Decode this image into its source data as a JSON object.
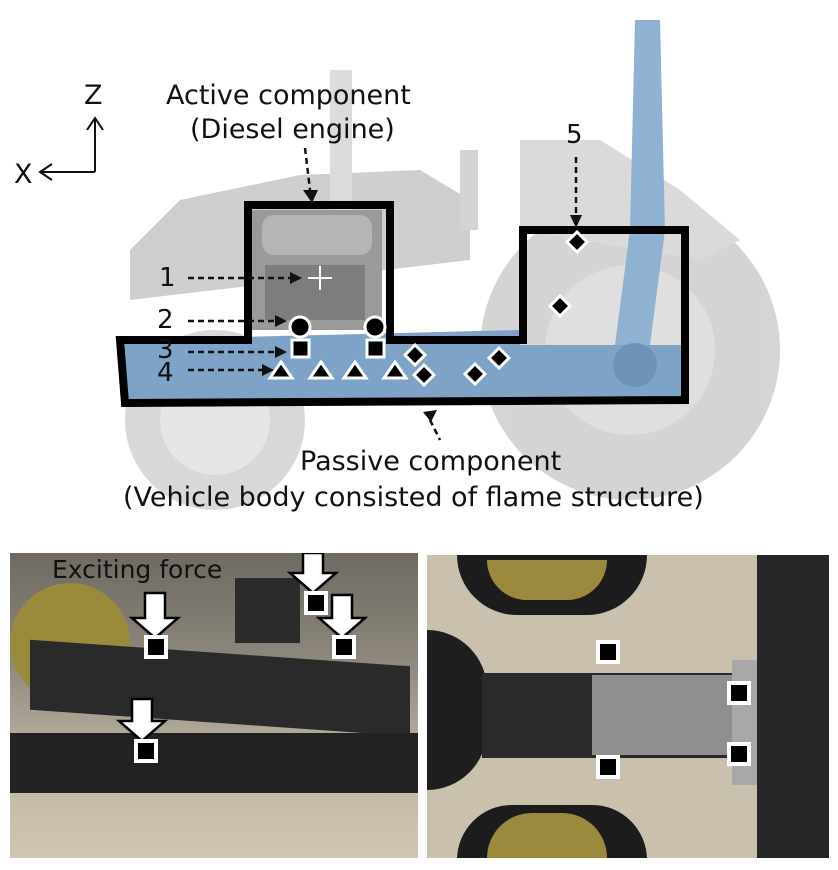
{
  "axes": {
    "z_label": "Z",
    "x_label": "X"
  },
  "active_component": {
    "title": "Active component",
    "subtitle": "(Diesel engine)"
  },
  "passive_component": {
    "title": "Passive component",
    "subtitle": "(Vehicle body consisted of flame structure)"
  },
  "point_labels": [
    "1",
    "2",
    "3",
    "4",
    "5"
  ],
  "markers": {
    "1": "cross",
    "2": "circle",
    "3": "square",
    "4": "triangle",
    "5": "diamond"
  },
  "photo_left": {
    "caption": "Exciting force"
  },
  "colors": {
    "frame_blue": "#7fa3c6",
    "outline": "#000000",
    "tractor_gray": "#c8c8c8"
  }
}
